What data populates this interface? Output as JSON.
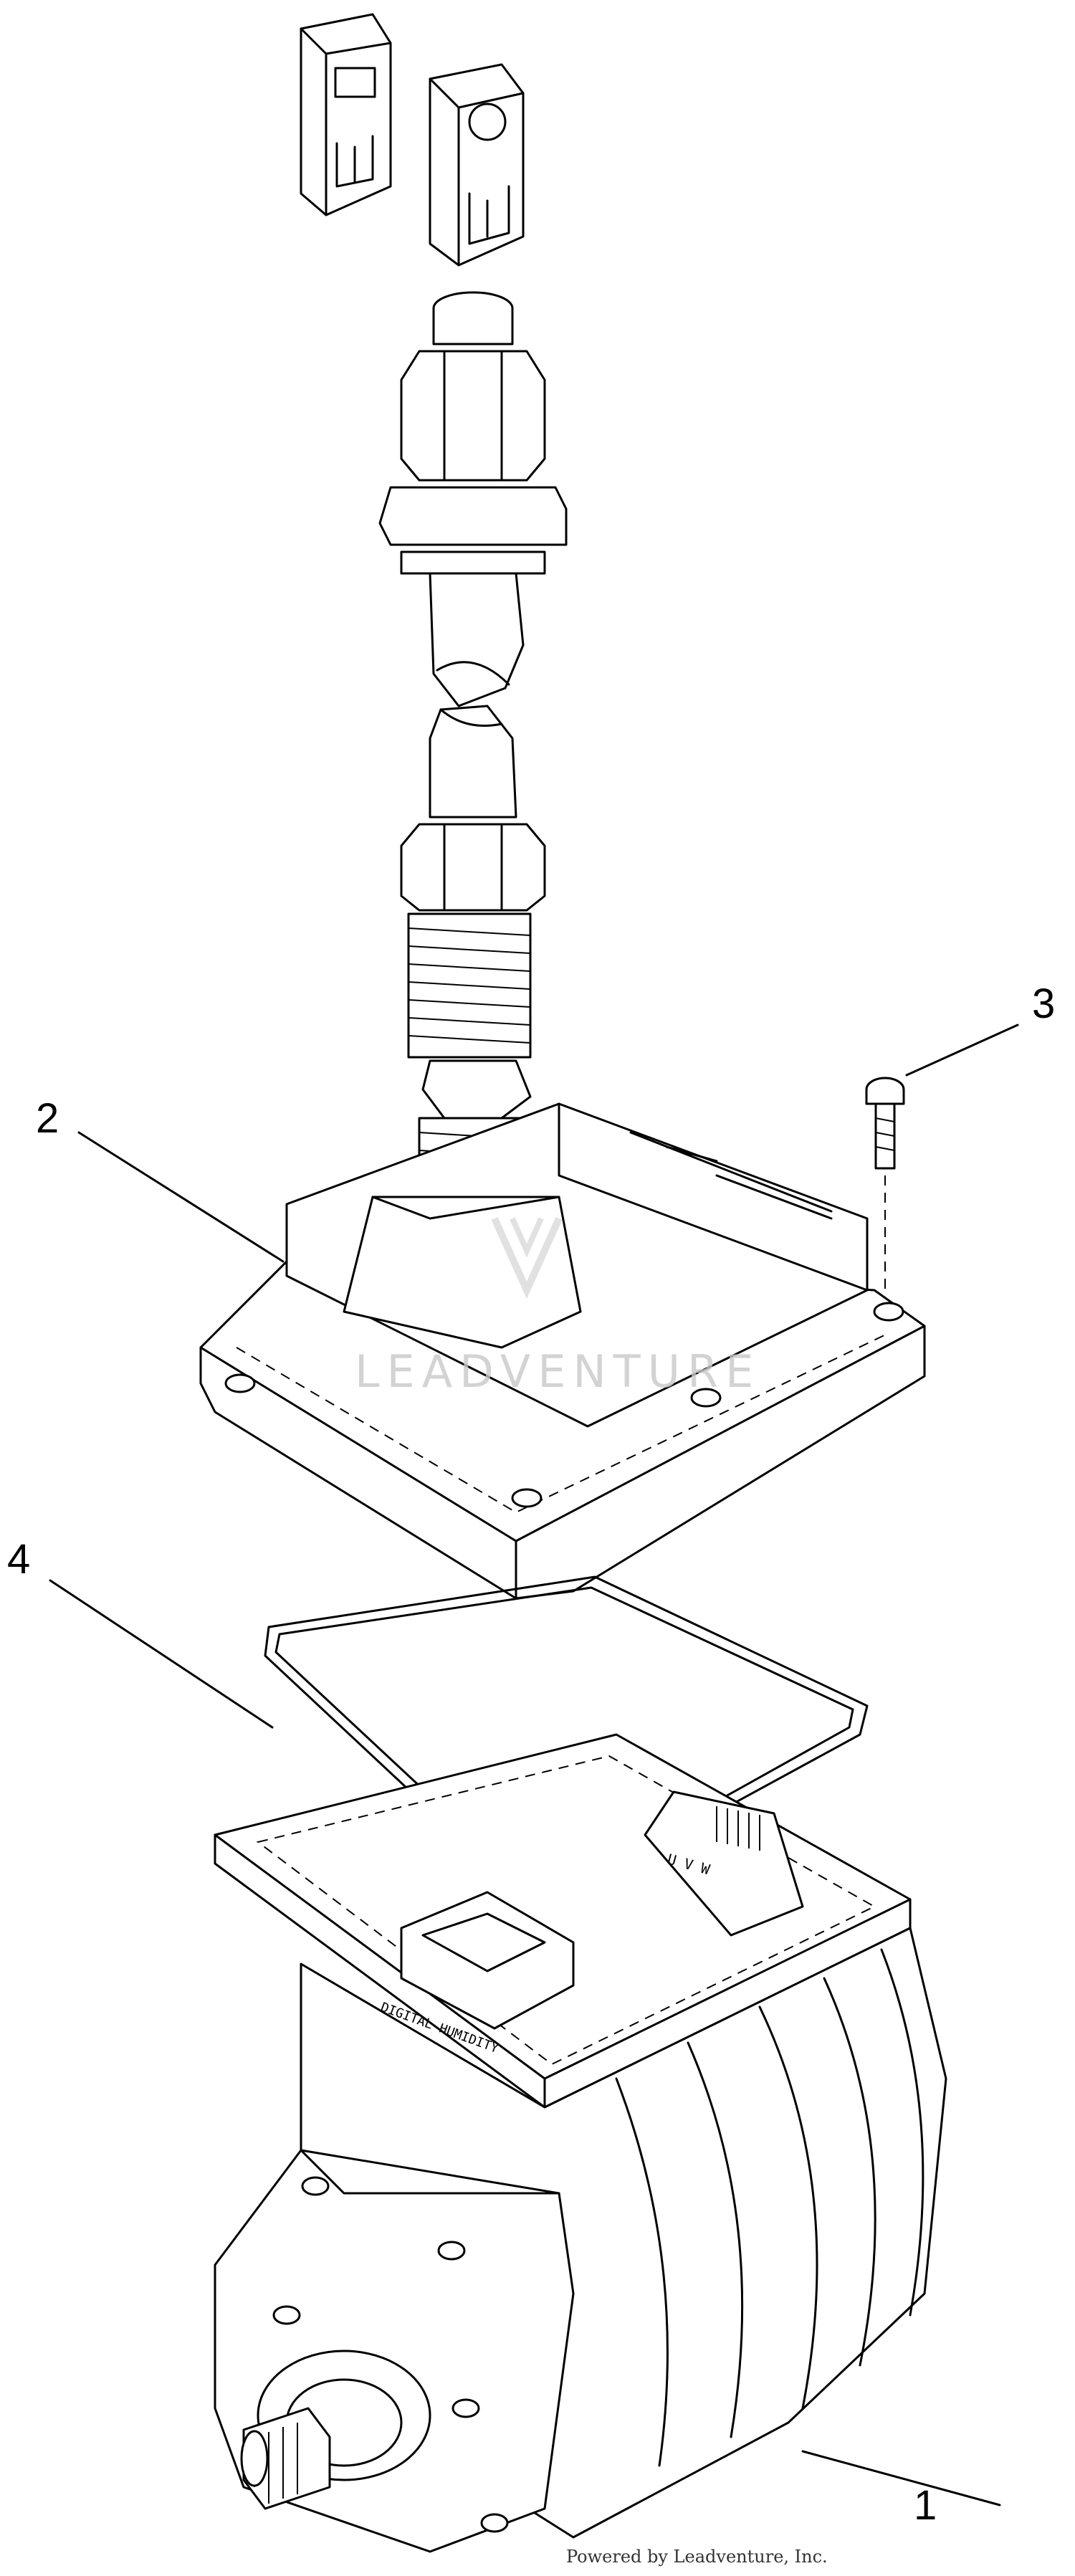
{
  "callouts": {
    "c1": "1",
    "c2": "2",
    "c3": "3",
    "c4": "4"
  },
  "label_text": "DIGITAL HUMIDITY",
  "terminal_text": "U V W",
  "watermark": "LEADVENTURE",
  "credit": "Powered by Leadventure, Inc."
}
